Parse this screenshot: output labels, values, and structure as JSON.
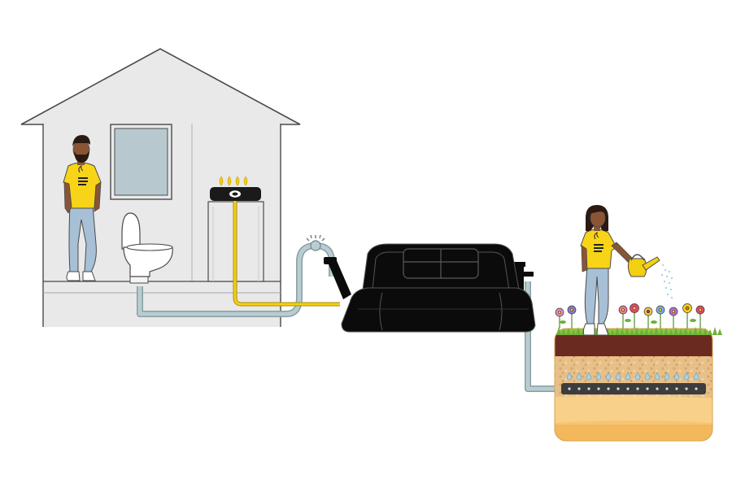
{
  "diagram": {
    "nodes": [
      {
        "id": "house",
        "icon": "house-icon"
      },
      {
        "id": "resident",
        "icon": "man-person-icon"
      },
      {
        "id": "toilet",
        "icon": "toilet-icon"
      },
      {
        "id": "gas-stove",
        "icon": "gas-stove-icon"
      },
      {
        "id": "digester",
        "icon": "biogas-digester-icon"
      },
      {
        "id": "gardener",
        "icon": "woman-person-icon"
      },
      {
        "id": "watering-can",
        "icon": "watering-can-icon"
      },
      {
        "id": "flowers",
        "icon": "flower-icon"
      },
      {
        "id": "soil-bed",
        "icon": "soil-layers-icon"
      },
      {
        "id": "drip-pipe",
        "icon": "drip-irrigation-icon"
      }
    ],
    "connections": [
      {
        "from": "toilet",
        "to": "digester",
        "kind": "waste-pipe"
      },
      {
        "from": "digester",
        "to": "gas-stove",
        "kind": "gas-line"
      },
      {
        "from": "digester",
        "to": "drip-pipe",
        "kind": "fertilizer-outlet"
      }
    ]
  },
  "colors": {
    "house_wall": "#e9e9e9",
    "outline": "#4a4a4a",
    "window_glass": "#b7c9cf",
    "digester": "#0b0b0b",
    "gas_line": "#f3d011",
    "pipe": "#b8cdd1",
    "shirt": "#f7d417",
    "jeans": "#a7c0d6",
    "skin": "#8a5535",
    "grass": "#8dc641",
    "topsoil": "#6b2a1f",
    "gravel": "#e7c089",
    "subsoil": "#f6c472",
    "drip_pipe": "#3d3d3d",
    "droplet": "#a9d2e4"
  }
}
